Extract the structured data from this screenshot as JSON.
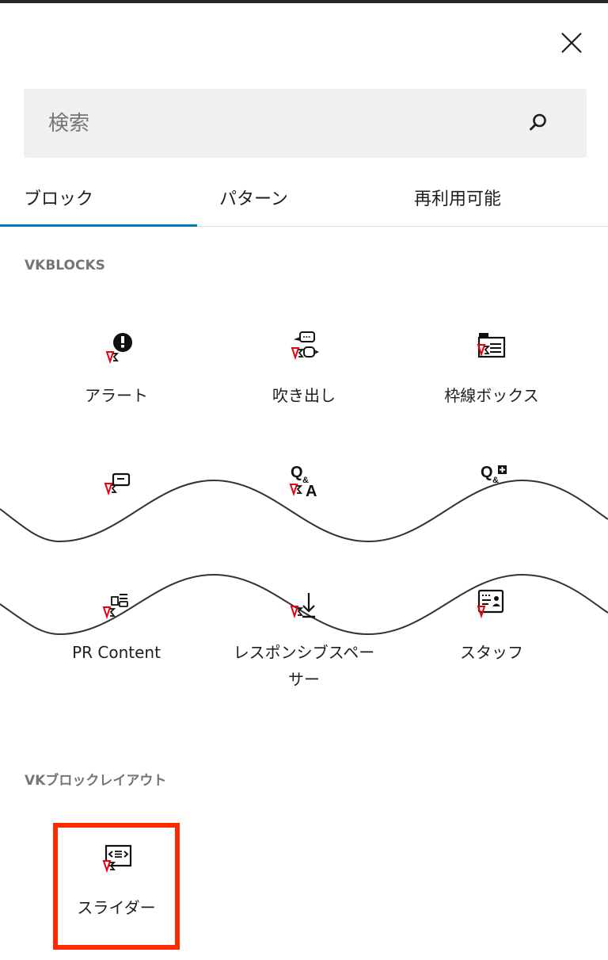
{
  "header": {
    "close_label": "閉じる"
  },
  "search": {
    "placeholder": "検索",
    "value": ""
  },
  "tabs": [
    {
      "label": "ブロック",
      "active": true
    },
    {
      "label": "パターン",
      "active": false
    },
    {
      "label": "再利用可能",
      "active": false
    }
  ],
  "categories": [
    {
      "title": "VKBLOCKS",
      "items": [
        {
          "label": "アラート",
          "icon": "vk-alert-icon"
        },
        {
          "label": "吹き出し",
          "icon": "vk-balloon-icon"
        },
        {
          "label": "枠線ボックス",
          "icon": "vk-border-box-icon"
        },
        {
          "label": "",
          "icon": "vk-faq-icon"
        },
        {
          "label": "",
          "icon": "vk-faq2-icon"
        },
        {
          "label": "",
          "icon": "vk-faq-plus-icon"
        },
        {
          "label": "PR Content",
          "icon": "vk-pr-content-icon"
        },
        {
          "label": "レスポンシブスペーサー",
          "icon": "vk-spacer-icon"
        },
        {
          "label": "スタッフ",
          "icon": "vk-staff-icon"
        }
      ]
    },
    {
      "title": "VKブロックレイアウト",
      "items": [
        {
          "label": "スライダー",
          "icon": "vk-slider-icon",
          "highlighted": true
        }
      ]
    }
  ],
  "colors": {
    "accent": "#007cba",
    "highlight": "#ff2a00",
    "vk_red": "#e60012"
  }
}
